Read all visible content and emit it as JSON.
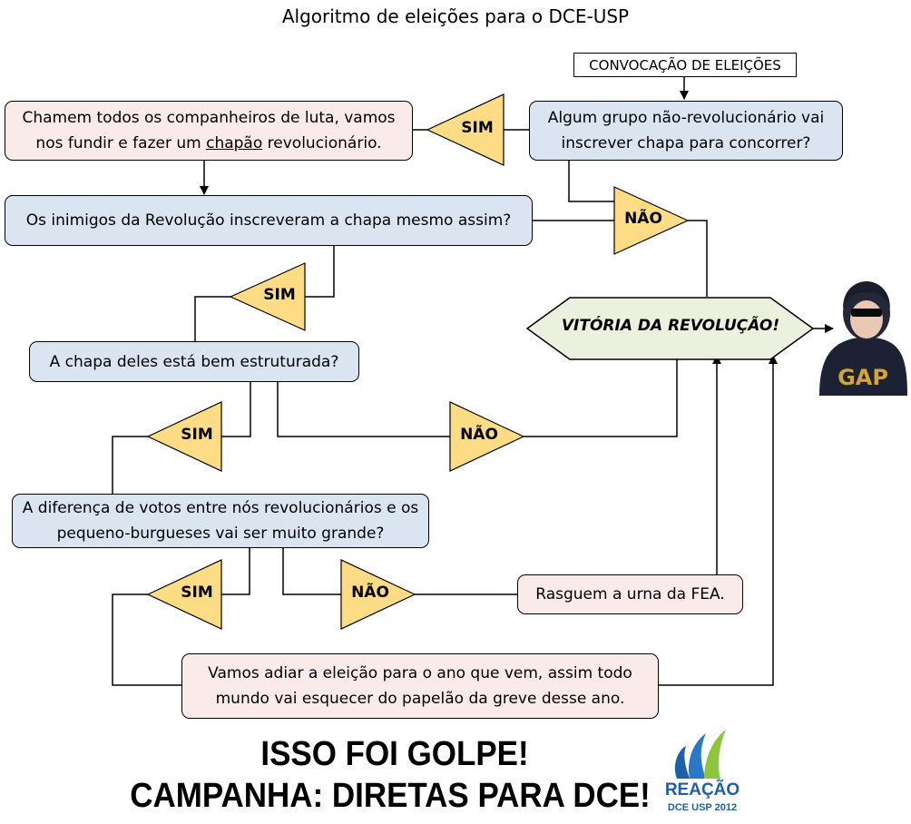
{
  "title": "Algoritmo de eleições para o DCE-USP",
  "nodes": {
    "start": "CONVOCAÇÃO DE ELEIÇÕES",
    "q_group": "Algum grupo não-revolucionário vai inscrever chapa para concorrer?",
    "merge_pre": "Chamem todos os companheiros de luta, vamos nos fundir e fazer um",
    "merge_word": "chapão",
    "merge_post": "revolucionário.",
    "q_enemies": "Os inimigos da Revolução inscreveram a chapa mesmo assim?",
    "q_structured": "A chapa deles está bem estruturada?",
    "victory": "VITÓRIA DA REVOLUÇÃO!",
    "q_difference": "A diferença de votos entre nós revolucionários e os pequeno-burgueses vai ser muito grande?",
    "tear_urn": "Rasguem a urna da FEA.",
    "postpone": "Vamos adiar a eleição para o ano que vem, assim todo mundo vai esquecer do papelão da greve desse ano."
  },
  "labels": {
    "yes": "SIM",
    "no": "NÃO"
  },
  "footer": {
    "line1": "ISSO FOI GOLPE!",
    "line2": "CAMPANHA: DIRETAS PARA DCE!"
  },
  "logo": {
    "name": "REAÇÃO",
    "sub": "DCE USP 2012"
  },
  "colors": {
    "pink_box": "#fbeaea",
    "blue_box": "#dbe5f1",
    "decision_triangle": "#fddc85",
    "victory_hexagon": "#ebf1de",
    "logo_blue": "#1f5fa8",
    "logo_green": "#8cc63f"
  }
}
